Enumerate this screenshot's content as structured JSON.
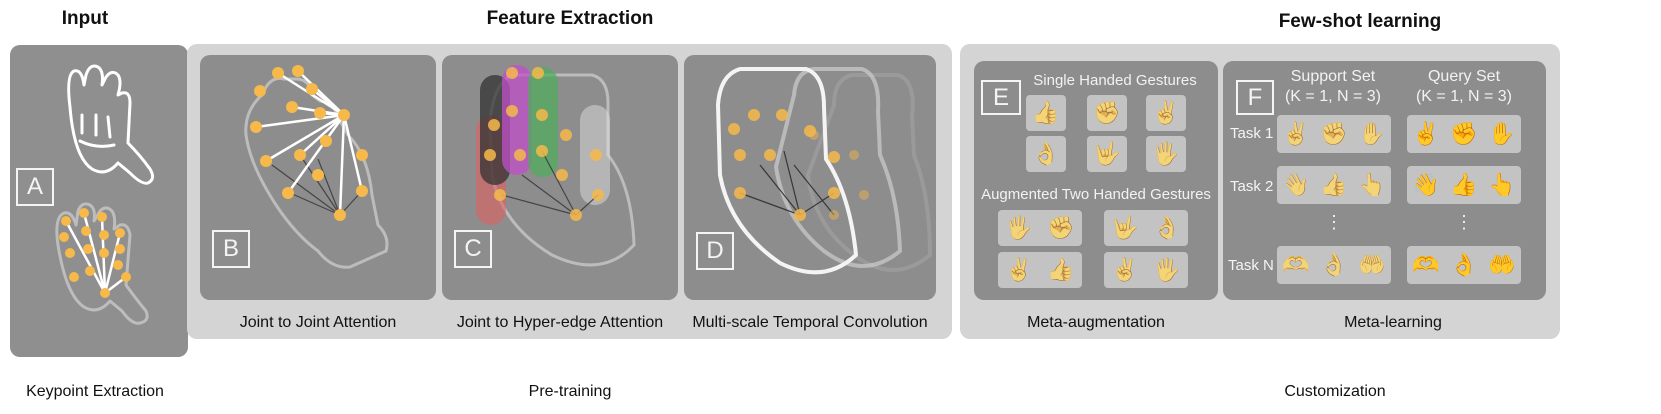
{
  "sections": {
    "input_title": "Input",
    "feature_title": "Feature Extraction",
    "fewshot_title": "Few-shot learning"
  },
  "stages": {
    "keypoint": "Keypoint Extraction",
    "pretraining": "Pre-training",
    "customization": "Customization"
  },
  "panels": {
    "a": "A",
    "b": {
      "letter": "B",
      "caption": "Joint to Joint Attention"
    },
    "c": {
      "letter": "C",
      "caption": "Joint to Hyper-edge Attention"
    },
    "d": {
      "letter": "D",
      "caption": "Multi-scale Temporal Convolution"
    },
    "e": {
      "letter": "E",
      "caption": "Meta-augmentation",
      "single_title": "Single Handed Gestures",
      "two_title": "Augmented Two Handed Gestures",
      "single": [
        "👍",
        "✊",
        "✌️",
        "👌",
        "🤟",
        "🖐️"
      ],
      "two": [
        [
          "🖐️",
          "✊"
        ],
        [
          "🤟",
          "👌"
        ],
        [
          "✌️",
          "👍"
        ],
        [
          "✌️",
          "🖐️"
        ]
      ]
    },
    "f": {
      "letter": "F",
      "caption": "Meta-learning",
      "support_title": "Support Set",
      "support_params": "(K = 1, N = 3)",
      "query_title": "Query Set",
      "query_params": "(K = 1, N = 3)",
      "ellipsis": "⋮",
      "tasks": [
        {
          "label": "Task 1",
          "items": [
            "✌️",
            "✊",
            "✋"
          ]
        },
        {
          "label": "Task 2",
          "items": [
            "👋",
            "👍",
            "👆"
          ]
        },
        {
          "label": "Task N",
          "items": [
            "🫶",
            "👌",
            "🤲"
          ]
        }
      ]
    }
  },
  "colors": {
    "joint": "#f6b94a",
    "hyper_red": "#e06060",
    "hyper_magenta": "#c050c8",
    "hyper_green": "#4fae5a",
    "hyper_dark": "#333333"
  }
}
